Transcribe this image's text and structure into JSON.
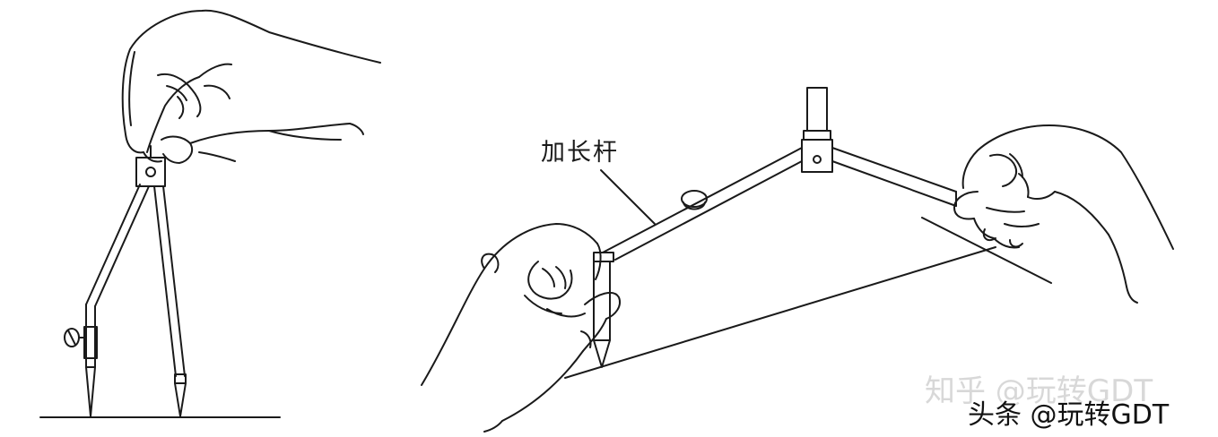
{
  "figure": {
    "callout_label": "加长杆",
    "watermark_faint": "知乎 @玩转GDT",
    "watermark_main": "头条 @玩转GDT"
  },
  "colors": {
    "ink": "#1a1a1a",
    "background": "#ffffff",
    "faint_watermark": "#d8d8d8"
  },
  "icons": [
    "hand-holding-compass",
    "compass-tool",
    "compass-with-extension-rod",
    "hands-pair"
  ]
}
